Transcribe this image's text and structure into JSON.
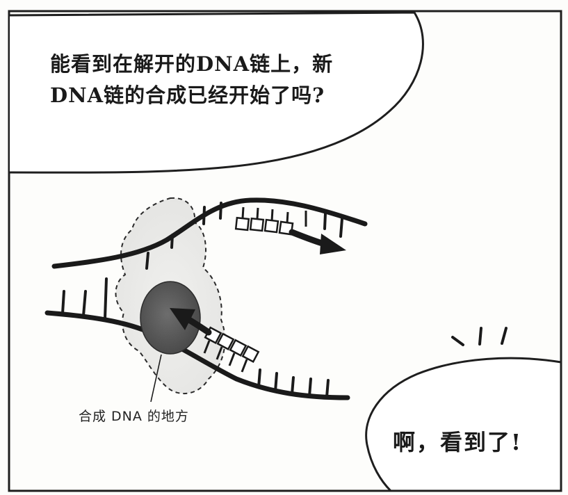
{
  "speech_bubble_question": {
    "text": "能看到在解开的DNA链上，新\nDNA链的合成已经开始了吗?"
  },
  "diagram": {
    "caption": "合成 DNA 的地方"
  },
  "speech_bubble_answer": {
    "text": "啊，看到了!"
  }
}
